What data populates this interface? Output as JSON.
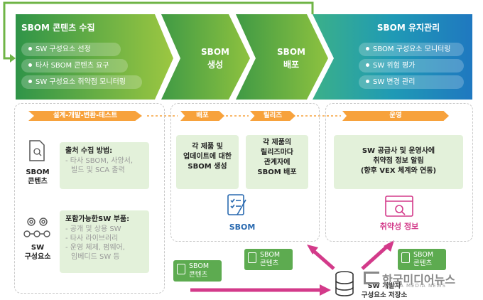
{
  "phases": {
    "collect": {
      "title": "SBOM 콘텐츠 수집",
      "items": [
        "SW 구성요소 선정",
        "타사 SBOM 콘텐츠 요구",
        "SW 구성요소 취약점 모니터링"
      ]
    },
    "create": {
      "line1": "SBOM",
      "line2": "생성"
    },
    "deploy": {
      "line1": "SBOM",
      "line2": "배포"
    },
    "maintain": {
      "title": "SBOM 유지관리",
      "items": [
        "SBOM 구성요소 모니터링",
        "SW 위험 평가",
        "SW 변경 관리"
      ]
    }
  },
  "stages": {
    "dev": "설계-개발-변환-테스트",
    "deploy": "배포",
    "release": "릴리즈",
    "operate": "운영"
  },
  "left": {
    "sbom_label": {
      "line1": "SBOM",
      "line2": "콘텐츠"
    },
    "sw_label": {
      "line1": "SW",
      "line2": "구성요소"
    },
    "collect_box": {
      "heading": "출처 수집 방법:",
      "items": [
        "- 타사 SBOM, 사양서,",
        "빌드 및 SCA 출력"
      ]
    },
    "parts_box": {
      "heading": "포함가능한SW 부품:",
      "items": [
        "- 공개 및 상용 SW",
        "- 타사 라이브러리",
        "- 운영 체제, 펌웨어,",
        "임베디드 SW 등"
      ]
    }
  },
  "middle": {
    "box1": [
      "각 제품 및",
      "업데이트에 대한",
      "SBOM 생성"
    ],
    "box2": [
      "각 제품의",
      "릴리즈마다",
      "관계자에",
      "SBOM 배포"
    ],
    "sbom_icon_label": "SBOM"
  },
  "right": {
    "box": [
      "SW 공급사 및 운영사에",
      "취약점 정보 알림",
      "(향후 VEX 체계와 연동)"
    ],
    "icon_label": "취약성 정보"
  },
  "bottom": {
    "tag": {
      "line1": "SBOM",
      "line2": "콘텐츠"
    },
    "storage": {
      "line1": "SW 개발자",
      "line2": "구성요소 저장소"
    },
    "watermark": "한국미디어뉴스",
    "watermark_sub": "KOREA MEDIA NEWS"
  },
  "colors": {
    "green_dark": "#3f9a45",
    "green_light": "#9cc741",
    "blue": "#1f83c2",
    "orange": "#f7a23c",
    "magenta": "#d33a8a",
    "tag_green": "#5dab50",
    "box_green": "#e3f1da"
  }
}
